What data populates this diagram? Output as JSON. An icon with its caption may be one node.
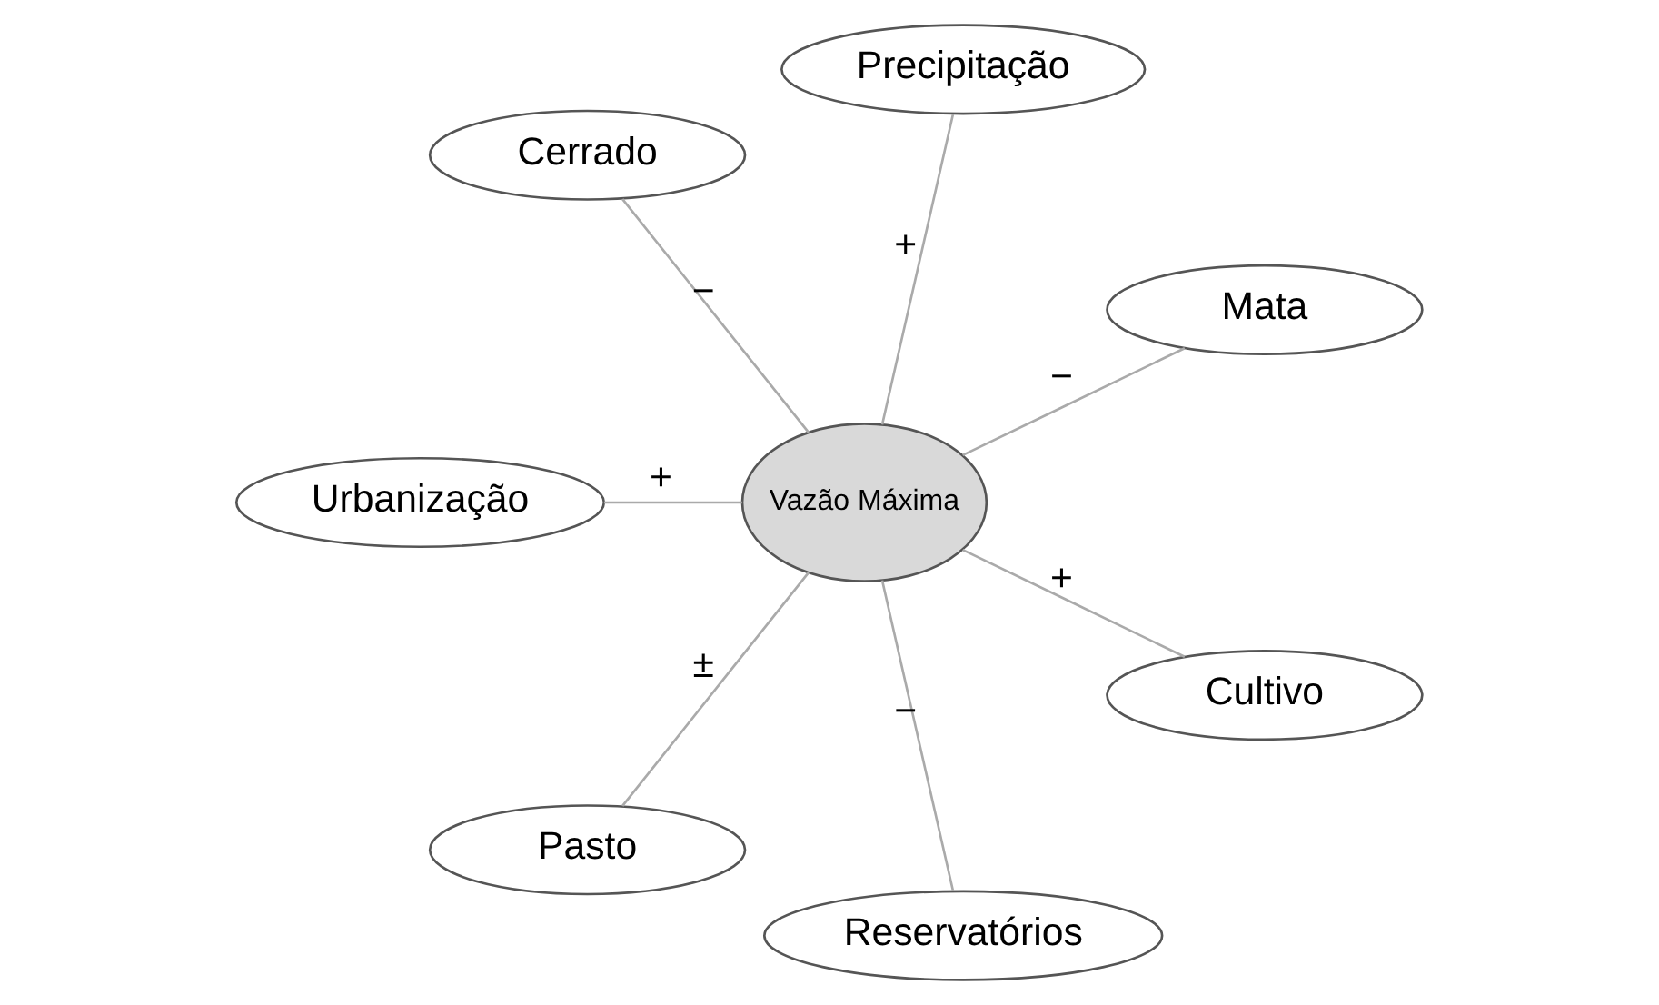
{
  "diagram": {
    "nodes": [
      {
        "text": [
          "Mata"
        ]
      },
      {
        "text": [
          "Precipitação"
        ]
      },
      {
        "text": [
          "Cerrado"
        ]
      },
      {
        "text": [
          "Vazão Máxima"
        ]
      },
      {
        "text": [
          "Urbanização"
        ]
      },
      {
        "text": [
          "Pasto"
        ]
      },
      {
        "text": [
          "Reservatórios"
        ]
      },
      {
        "text": [
          "Cultivo"
        ]
      }
    ],
    "edges": [
      {
        "from": 0,
        "to": 3,
        "arrow": "none",
        "label": "−"
      },
      {
        "from": 1,
        "to": 3,
        "arrow": "none",
        "label": "+"
      },
      {
        "from": 2,
        "to": 3,
        "arrow": "none",
        "label": "−"
      },
      {
        "from": 4,
        "to": 3,
        "arrow": "none",
        "label": "+"
      },
      {
        "from": 5,
        "to": 3,
        "arrow": "none",
        "label": "±"
      },
      {
        "from": 6,
        "to": 3,
        "arrow": "none",
        "label": "−"
      },
      {
        "from": 7,
        "to": 3,
        "arrow": "none",
        "label": "+"
      }
    ]
  }
}
